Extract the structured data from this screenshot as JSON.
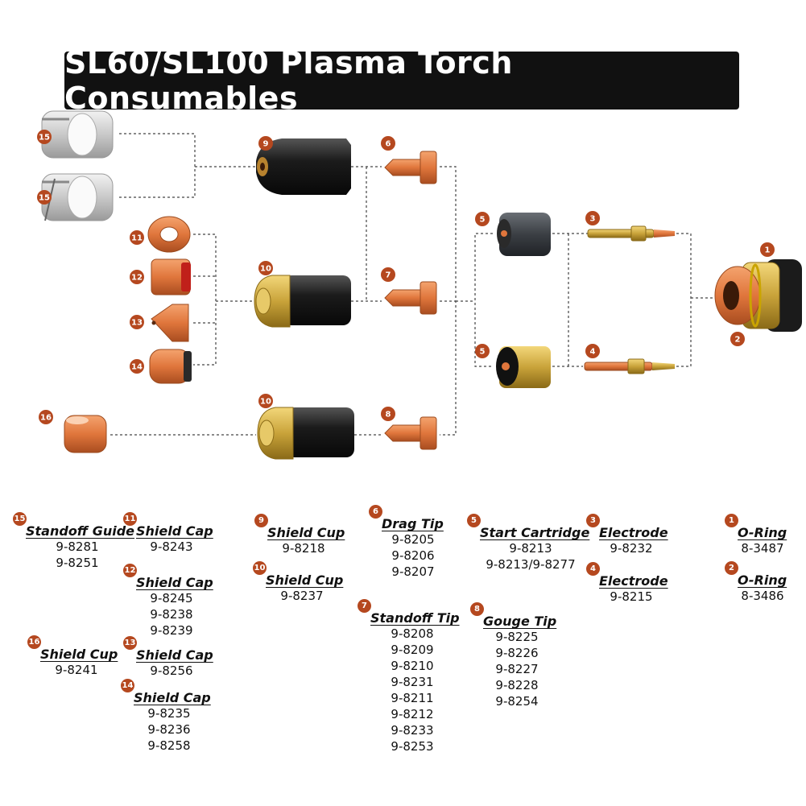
{
  "title": "SL60/SL100 Plasma Torch Consumables",
  "colors": {
    "badge": "#b5481f",
    "copper": "#e0763c",
    "brass": "#c9a33a",
    "cup": "#1b1b1b",
    "line": "#444444"
  },
  "diagram_badges": [
    "15",
    "15",
    "11",
    "12",
    "13",
    "14",
    "16",
    "9",
    "10",
    "10",
    "6",
    "7",
    "8",
    "5",
    "5",
    "3",
    "4",
    "1",
    "2"
  ],
  "legend": {
    "n15": {
      "num": "15",
      "name": "Standoff Guide",
      "codes": [
        "9-8281",
        "9-8251"
      ]
    },
    "n11": {
      "num": "11",
      "name": "Shield Cap",
      "codes": [
        "9-8243"
      ]
    },
    "n12": {
      "num": "12",
      "name": "Shield Cap",
      "codes": [
        "9-8245",
        "9-8238",
        "9-8239"
      ]
    },
    "n16": {
      "num": "16",
      "name": "Shield Cup",
      "codes": [
        "9-8241"
      ]
    },
    "n13": {
      "num": "13",
      "name": "Shield Cap",
      "codes": [
        "9-8256"
      ]
    },
    "n14": {
      "num": "14",
      "name": "Shield Cap",
      "codes": [
        "9-8235",
        "9-8236",
        "9-8258"
      ]
    },
    "n9": {
      "num": "9",
      "name": "Shield Cup",
      "codes": [
        "9-8218"
      ]
    },
    "n10": {
      "num": "10",
      "name": "Shield Cup",
      "codes": [
        "9-8237"
      ]
    },
    "n6": {
      "num": "6",
      "name": "Drag Tip",
      "codes": [
        "9-8205",
        "9-8206",
        "9-8207"
      ]
    },
    "n7": {
      "num": "7",
      "name": "Standoff Tip",
      "codes": [
        "9-8208",
        "9-8209",
        "9-8210",
        "9-8231",
        "9-8211",
        "9-8212",
        "9-8233",
        "9-8253"
      ]
    },
    "n5": {
      "num": "5",
      "name": "Start Cartridge",
      "codes": [
        "9-8213",
        "9-8213/9-8277"
      ]
    },
    "n8": {
      "num": "8",
      "name": "Gouge Tip",
      "codes": [
        "9-8225",
        "9-8226",
        "9-8227",
        "9-8228",
        "9-8254"
      ]
    },
    "n3": {
      "num": "3",
      "name": "Electrode",
      "codes": [
        "9-8232"
      ]
    },
    "n4": {
      "num": "4",
      "name": "Electrode",
      "codes": [
        "9-8215"
      ]
    },
    "n1": {
      "num": "1",
      "name": "O-Ring",
      "codes": [
        "8-3487"
      ]
    },
    "n2": {
      "num": "2",
      "name": "O-Ring",
      "codes": [
        "8-3486"
      ]
    }
  }
}
